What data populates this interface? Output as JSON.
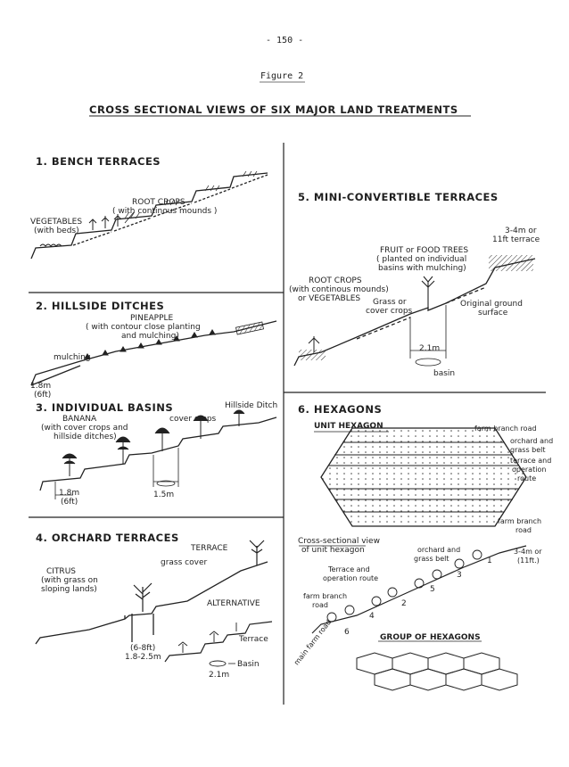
{
  "page": {
    "number": "- 150 -",
    "figure": "Figure 2",
    "title": "CROSS SECTIONAL VIEWS OF SIX MAJOR LAND TREATMENTS"
  },
  "sections": {
    "s1": {
      "title": "1. BENCH TERRACES",
      "root_crops": "ROOT CROPS",
      "root_crops_sub": "( with continous mounds )",
      "vegetables": "VEGETABLES",
      "vegetables_sub": "(with beds)"
    },
    "s2": {
      "title": "2. HILLSIDE DITCHES",
      "pineapple": "PINEAPPLE",
      "pineapple_sub1": "( with contour close planting",
      "pineapple_sub2": "and mulching)",
      "mulching": "mulching",
      "height1": "1.8m",
      "height2": "(6ft)"
    },
    "s3": {
      "title": "3. INDIVIDUAL BASINS",
      "banana": "BANANA",
      "banana_sub1": "(with cover crops and",
      "banana_sub2": "hillside ditches)",
      "cover_crops": "cover crops",
      "hillside_ditch": "Hillside Ditch",
      "height1": "1.8m",
      "height2": "(6ft)",
      "width": "1.5m"
    },
    "s4": {
      "title": "4. ORCHARD TERRACES",
      "terrace": "TERRACE",
      "grass_cover": "grass cover",
      "citrus": "CITRUS",
      "citrus_sub1": "(with grass on",
      "citrus_sub2": "sloping lands)",
      "alternative": "ALTERNATIVE",
      "terrace2": "Terrace",
      "basin": "Basin",
      "height1": "(6-8ft)",
      "height2": "1.8-2.5m",
      "width": "2.1m"
    },
    "s5": {
      "title": "5. MINI-CONVERTIBLE TERRACES",
      "terrace_size1": "3-4m or",
      "terrace_size2": "11ft terrace",
      "fruit": "FRUIT or FOOD TREES",
      "fruit_sub1": "( planted on individual",
      "fruit_sub2": "basins with mulching)",
      "root_crops": "ROOT CROPS",
      "root_crops_sub1": "(with continous mounds)",
      "root_crops_sub2": "or VEGETABLES",
      "grass1": "Grass or",
      "grass2": "cover crops",
      "orig1": "Original ground",
      "orig2": "surface",
      "width": "2.1m",
      "basin": "basin"
    },
    "s6": {
      "title": "6. HEXAGONS",
      "unit_hexagon": "UNIT HEXAGON",
      "farm_branch_road": "farm branch road",
      "orchard_belt1": "orchard and",
      "orchard_belt2": "grass belt",
      "terrace_route1": "terrace and",
      "terrace_route2": "operation",
      "terrace_route3": "route",
      "cross1": "Cross-sectional view",
      "cross2": "of unit hexagon",
      "terrace_op1": "Terrace and",
      "terrace_op2": "operation route",
      "orchard_g1": "orchard and",
      "orchard_g2": "grass belt",
      "farm_branch1": "farm branch",
      "farm_branch2": "road",
      "farm_branch3": "farm branch",
      "farm_branch4": "road",
      "size1": "3-4m or",
      "size2": "(11ft.)",
      "group": "GROUP OF HEXAGONS",
      "main_road": "main farm road",
      "n1": "1",
      "n2": "2",
      "n3": "3",
      "n4": "4",
      "n5": "5",
      "n6": "6"
    }
  }
}
